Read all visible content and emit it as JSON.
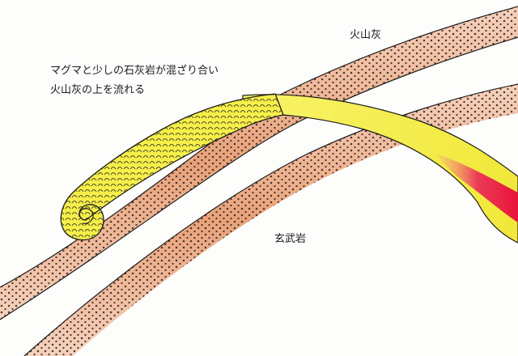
{
  "labels": {
    "caption_line1": "マグマと少しの石灰岩が混ざり合い",
    "caption_line2": "火山灰の上を流れる",
    "volcanic_ash": "火山灰",
    "basalt": "玄武岩"
  },
  "colors": {
    "ash_fill": "#e9a27a",
    "ash_edge": "#f3c9b0",
    "ash_dots": "#2a1f1a",
    "magma_fill": "#f6ef4a",
    "magma_dark": "#d8cf18",
    "flow_fill": "#f8f36a",
    "hot_core": "#e8143a",
    "outline": "#1c1c1c"
  }
}
